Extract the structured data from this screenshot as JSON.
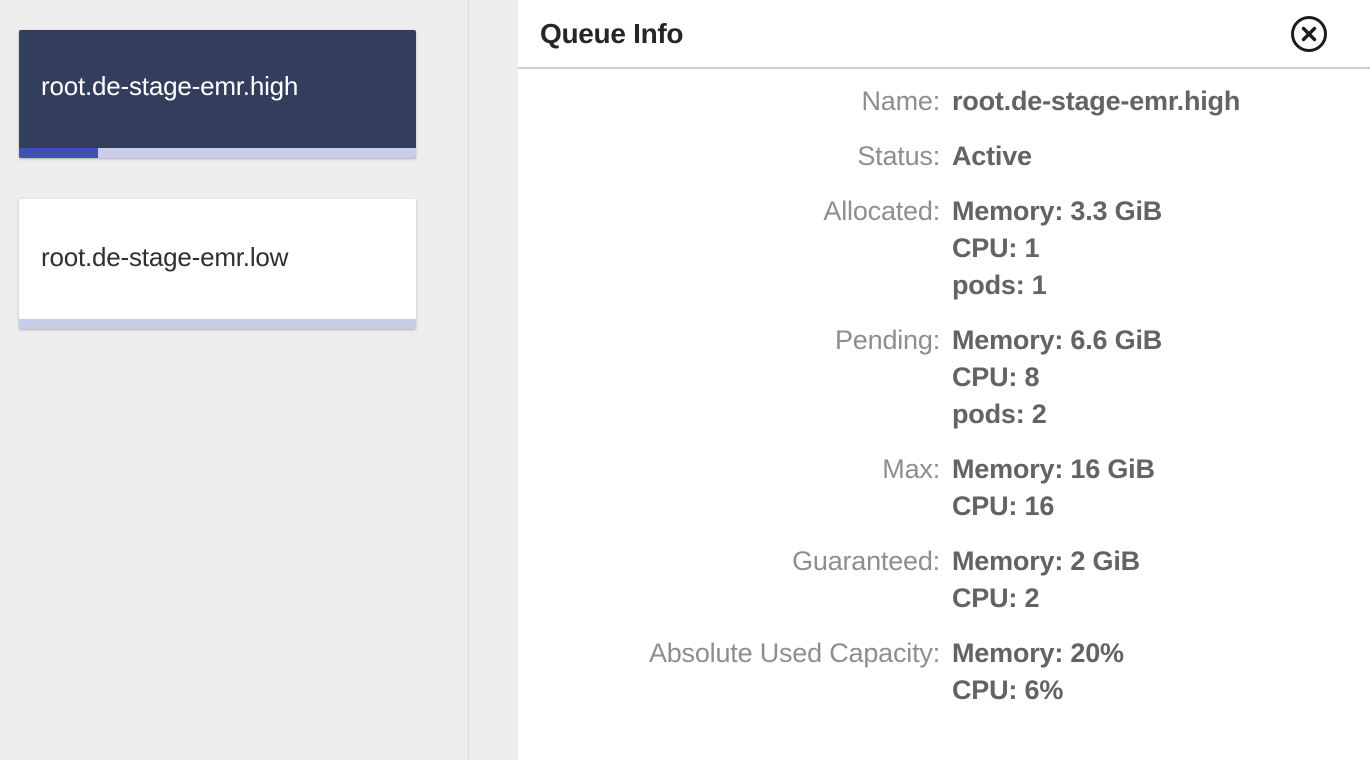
{
  "queue_list": {
    "cards": [
      {
        "label": "root.de-stage-emr.high",
        "selected": true,
        "progress_percent": 20
      },
      {
        "label": "root.de-stage-emr.low",
        "selected": false,
        "progress_percent": 0
      }
    ]
  },
  "info_panel": {
    "title": "Queue Info",
    "close_icon": "close-circle-icon",
    "rows": [
      {
        "label": "Name:",
        "values": [
          "root.de-stage-emr.high"
        ]
      },
      {
        "label": "Status:",
        "values": [
          "Active"
        ]
      },
      {
        "label": "Allocated:",
        "values": [
          "Memory: 3.3 GiB",
          "CPU: 1",
          "pods: 1"
        ]
      },
      {
        "label": "Pending:",
        "values": [
          "Memory: 6.6 GiB",
          "CPU: 8",
          "pods: 2"
        ]
      },
      {
        "label": "Max:",
        "values": [
          "Memory: 16 GiB",
          "CPU: 16"
        ]
      },
      {
        "label": "Guaranteed:",
        "values": [
          "Memory: 2 GiB",
          "CPU: 2"
        ]
      },
      {
        "label": "Absolute Used Capacity:",
        "values": [
          "Memory: 20%",
          "CPU: 6%"
        ]
      }
    ]
  },
  "colors": {
    "selected_card_bg": "#333d5c",
    "progress_fill": "#3f51b5",
    "progress_track": "#c9cde8",
    "panel_bg": "#eeeeee",
    "label_text": "#8e8e8e",
    "value_text": "#636363",
    "title_text": "#262626"
  }
}
